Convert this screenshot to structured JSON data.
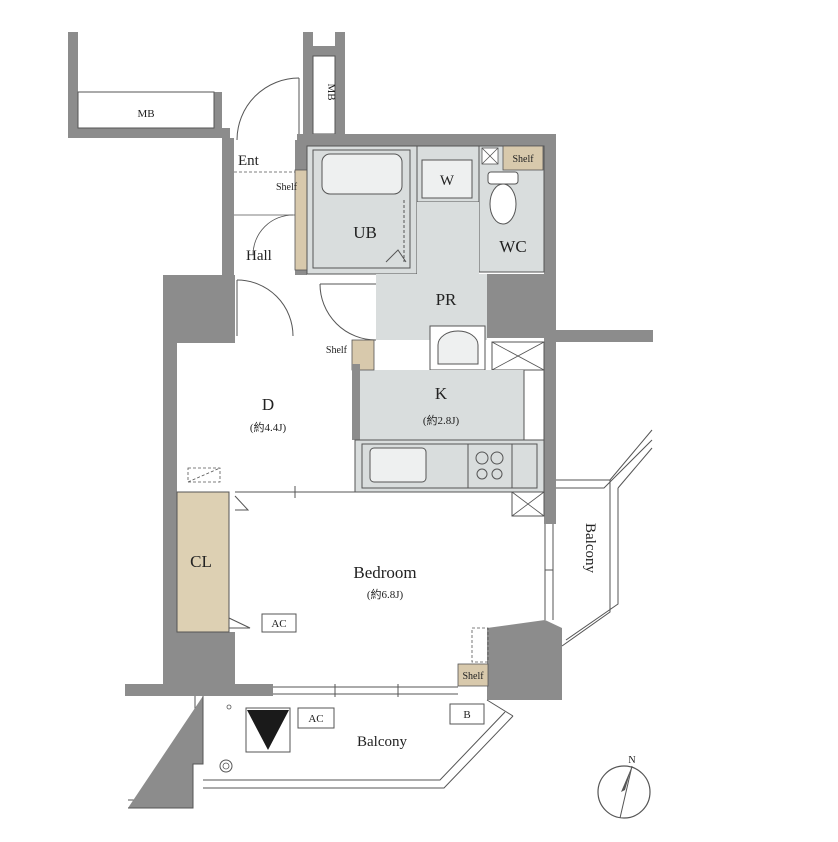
{
  "labels": {
    "mb_top_left": "MB",
    "mb_top_right": "MB",
    "ent": "Ent",
    "shelf_ent": "Shelf",
    "hall": "Hall",
    "ub": "UB",
    "w": "W",
    "wc": "WC",
    "shelf_wc": "Shelf",
    "pr": "PR",
    "shelf_kitchen": "Shelf",
    "k": "K",
    "k_area": "(約2.8J)",
    "d": "D",
    "d_area": "(約4.4J)",
    "cl": "CL",
    "ac_bedroom": "AC",
    "bedroom": "Bedroom",
    "bedroom_area": "(約6.8J)",
    "shelf_bedroom": "Shelf",
    "balcony_right": "Balcony",
    "ac_balcony": "AC",
    "b": "B",
    "balcony_bottom": "Balcony",
    "north": "N"
  },
  "colors": {
    "wall": "#8c8c8c",
    "wet_area": "#d9dddd",
    "shelf": "#d8c9ac",
    "closet": "#ddd0b3",
    "line": "#555555"
  }
}
